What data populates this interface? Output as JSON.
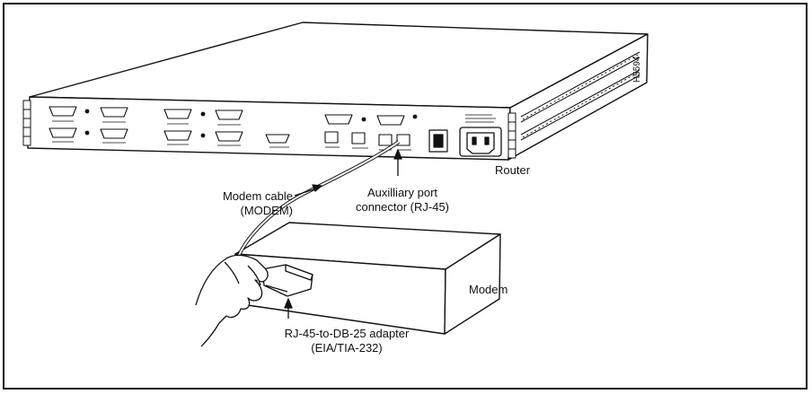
{
  "figure_id": "H5594",
  "labels": {
    "router": "Router",
    "modem": "Modem",
    "modem_cable": [
      "Modem cable",
      "(MODEM)"
    ],
    "aux_port": [
      "Auxilliary port",
      "connector (RJ-45)"
    ],
    "adapter": [
      "RJ-45-to-DB-25 adapter",
      "(EIA/TIA-232)"
    ]
  }
}
